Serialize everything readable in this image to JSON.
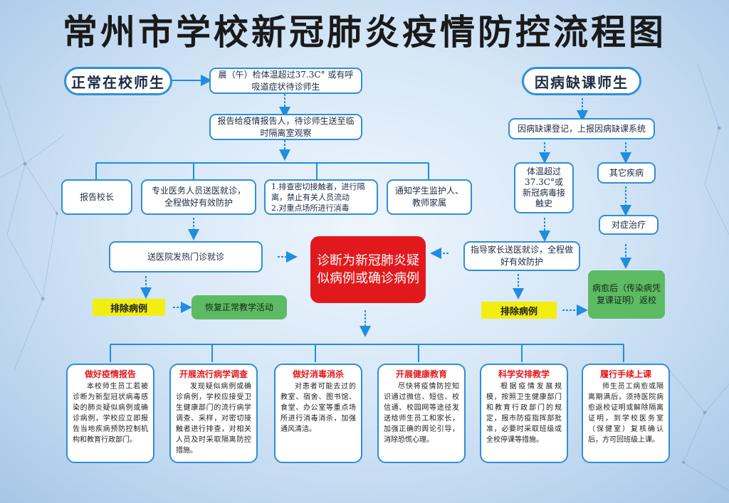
{
  "title": "常州市学校新冠肺炎疫情防控流程图",
  "left_start": "正常在校师生",
  "right_start": "因病缺课师生",
  "morning_check": "晨（午）检体温超过37.3C° 或有呼吸道症状待诊师生",
  "report_observe": "报告给疫情报告人，待诊师生送至临时隔离室观察",
  "report_principal": "报告校长",
  "medical_escort": "专业医务人员送医就诊，全程做好有效防护",
  "close_contacts": "1.排查密切接触者，进行隔离，禁止有关人员流动\n2.对重点场所进行消毒",
  "notify_parents": "通知学生监护人、教师家属",
  "hospital_fever": "送医院发热门诊就诊",
  "exclude_left": "排除病例",
  "resume_teaching": "恢复正常教学活动",
  "diagnosis": "诊断为新冠肺炎疑似病例或确诊病例",
  "absence_register": "因病缺课登记，上报因病缺课系统",
  "fever_history": "体温超过37.3C°或新冠病毒接触史",
  "other_disease": "其它疾病",
  "treatment": "对症治疗",
  "parent_escort": "指导家长送医就诊，全程做好有效防护",
  "exclude_right": "排除病例",
  "recovered_return": "病愈后（传染病凭复课证明）返校",
  "cards": [
    {
      "title": "做好疫情报告",
      "body": "本校师生员工若被诊断为新型冠状病毒感染的肺炎疑似病例或确诊病例，学校应立即报告当地疾病预防控制机构和教育行政部门。"
    },
    {
      "title": "开展流行病学调查",
      "body": "发现疑似病例或确诊病例，学校应接受卫生健康部门的流行病学调查、采样，对密切接触者进行排查，对相关人员及时采取隔离防控措施。"
    },
    {
      "title": "做好消毒消杀",
      "body": "对患者可能去过的教室、宿舍、图书馆、食堂、办公室等重点场所进行消毒消杀，加强通风清洁。"
    },
    {
      "title": "开展健康教育",
      "body": "尽快将疫情防控知识通过微信、短信、校信通、校园网等途径发送给师生员工和家长，加强正确的舆论引导，消除恐慌心理。"
    },
    {
      "title": "科学安排教学",
      "body": "根据疫情发展规模，按照卫生健康部门和教育行政部门的规定，报市防疫指挥部批准，必要时采取班级或全校停课等措施。"
    },
    {
      "title": "履行手续上课",
      "body": "师生员工病愈或隔离期满后，须持医院病愈返校证明或解除隔离证明，到学校医务室（保健室）复核确认后，方可回班级上课。"
    }
  ],
  "colors": {
    "line": "#1f8de0",
    "border": "#2f8fd8",
    "red": "#e2191c",
    "yellow": "#f3ee12",
    "green": "#5dbb63",
    "card_title": "#e11a1f"
  }
}
